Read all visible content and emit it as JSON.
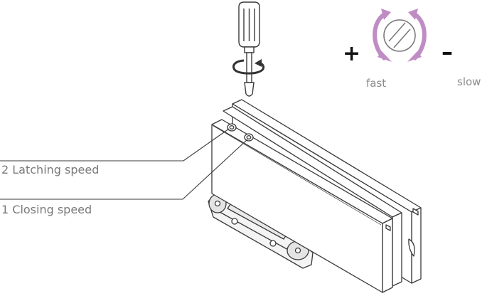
{
  "labels": {
    "latching_speed": "2 Latching speed",
    "closing_speed": "1 Closing speed",
    "fast": "fast",
    "slow": "slow",
    "plus": "+",
    "minus": "–"
  },
  "colors": {
    "line": "#3a3a3a",
    "label_text": "#7a7a7a",
    "arrow_purple": "#c08cc4"
  },
  "icons": [
    "screwdriver-icon",
    "rotation-arrow-icon",
    "adjustment-screw-icon"
  ]
}
